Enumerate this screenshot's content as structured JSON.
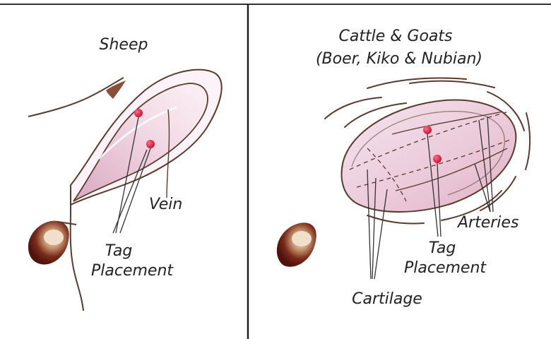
{
  "panels": {
    "left": {
      "title": "Sheep",
      "vein_label": "Vein",
      "tag_label_line1": "Tag",
      "tag_label_line2": "Placement"
    },
    "right": {
      "title_line1": "Cattle & Goats",
      "title_line2": "(Boer, Kiko & Nubian)",
      "arteries_label": "Arteries",
      "tag_label_line1": "Tag",
      "tag_label_line2": "Placement",
      "cartilage_label": "Cartilage"
    }
  },
  "colors": {
    "outline": "#5a3a2e",
    "ear_fill": "#ecc9d8",
    "ear_fill_light": "#f8e9f0",
    "tag_dot": "#d41c4a",
    "eye_dark": "#6b1d12",
    "eye_highlight": "#f3e3cf",
    "divider": "#222222",
    "leader": "#333333"
  }
}
